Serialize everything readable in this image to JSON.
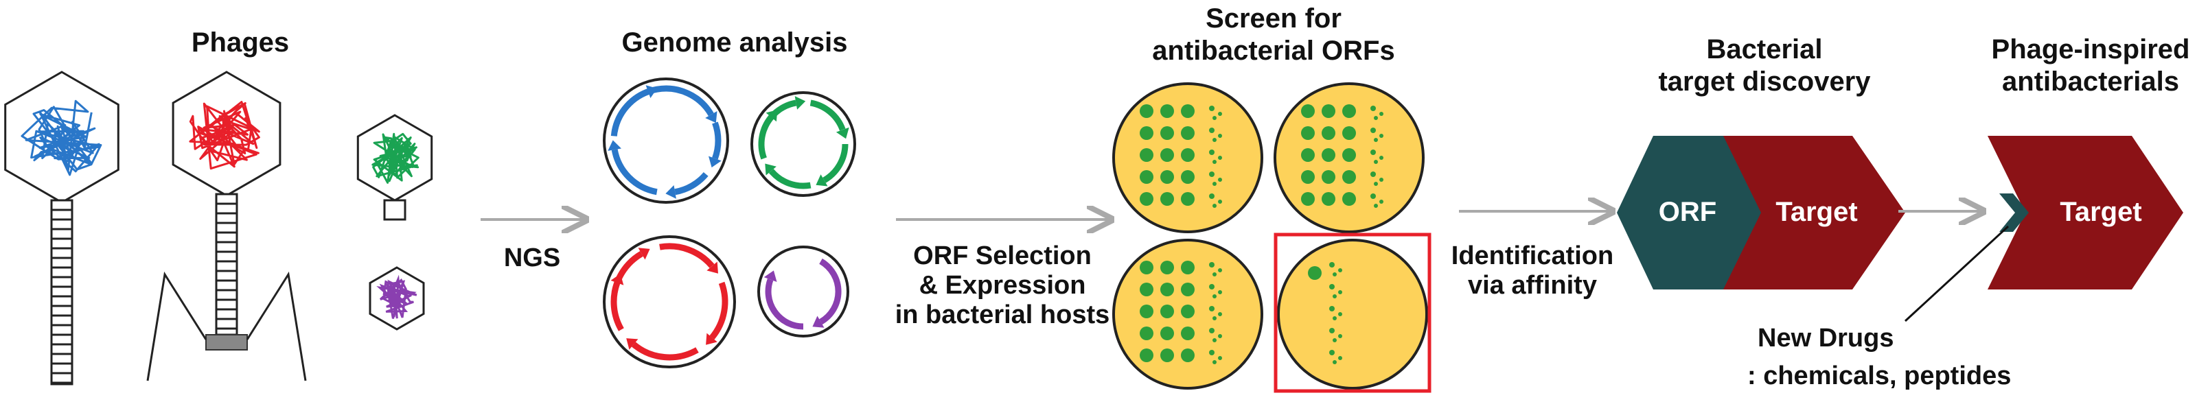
{
  "stages": {
    "phages": {
      "title": "Phages"
    },
    "genome": {
      "title": "Genome analysis"
    },
    "screen": {
      "title_line1": "Screen for",
      "title_line2": "antibacterial ORFs"
    },
    "target_discovery": {
      "title_line1": "Bacterial",
      "title_line2": "target discovery",
      "orf_label": "ORF",
      "target_label": "Target"
    },
    "inspired": {
      "title_line1": "Phage-inspired",
      "title_line2": "antibacterials",
      "target_label": "Target"
    }
  },
  "arrows": {
    "ngs": {
      "label": "NGS"
    },
    "orf_selection": {
      "line1": "ORF Selection",
      "line2": "& Expression",
      "line3": "in bacterial hosts"
    },
    "identification": {
      "line1": "Identification",
      "line2": "via affinity"
    }
  },
  "new_drugs": {
    "line1": "New Drugs",
    "line2": ": chemicals, peptides"
  },
  "colors": {
    "phage_blue": "#2a77c9",
    "phage_red": "#e8202a",
    "phage_green": "#1aa352",
    "phage_purple": "#8a3fb0",
    "plate_fill": "#fdd25a",
    "colony": "#2e9e3a",
    "highlight_box": "#e8202a",
    "target_red": "#8b1216",
    "orf_teal": "#1f4f52",
    "arrow_gray": "#a9a9a9"
  }
}
